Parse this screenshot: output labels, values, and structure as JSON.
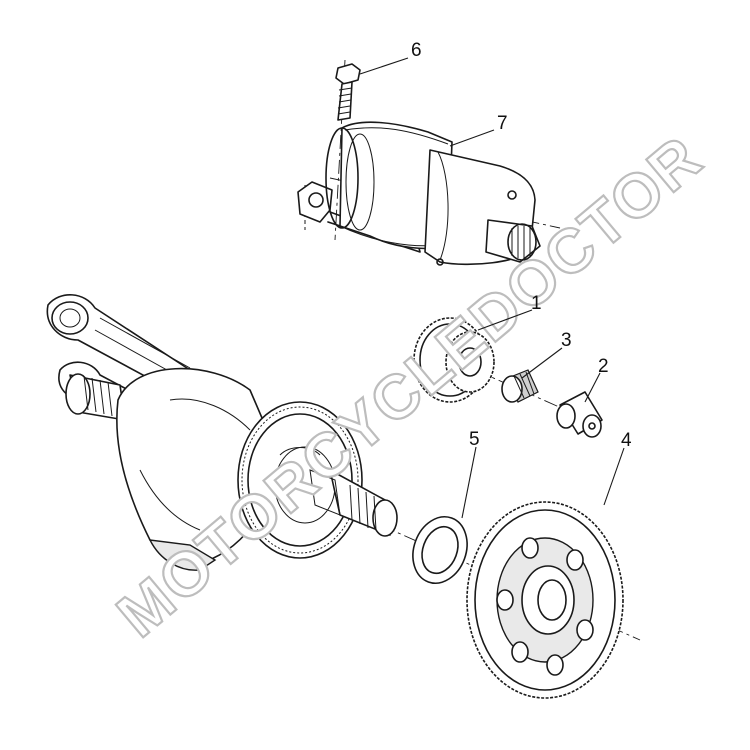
{
  "diagram": {
    "callouts": [
      {
        "id": "1",
        "label": "1"
      },
      {
        "id": "2",
        "label": "2"
      },
      {
        "id": "3",
        "label": "3"
      },
      {
        "id": "4",
        "label": "4"
      },
      {
        "id": "5",
        "label": "5"
      },
      {
        "id": "6",
        "label": "6"
      },
      {
        "id": "7",
        "label": "7"
      }
    ],
    "watermark": "MOTORCYCLEDOCTOR",
    "colors": {
      "ink": "#1a1a1a",
      "watermark_stroke": "#bdbdbd",
      "background": "#ffffff"
    }
  }
}
